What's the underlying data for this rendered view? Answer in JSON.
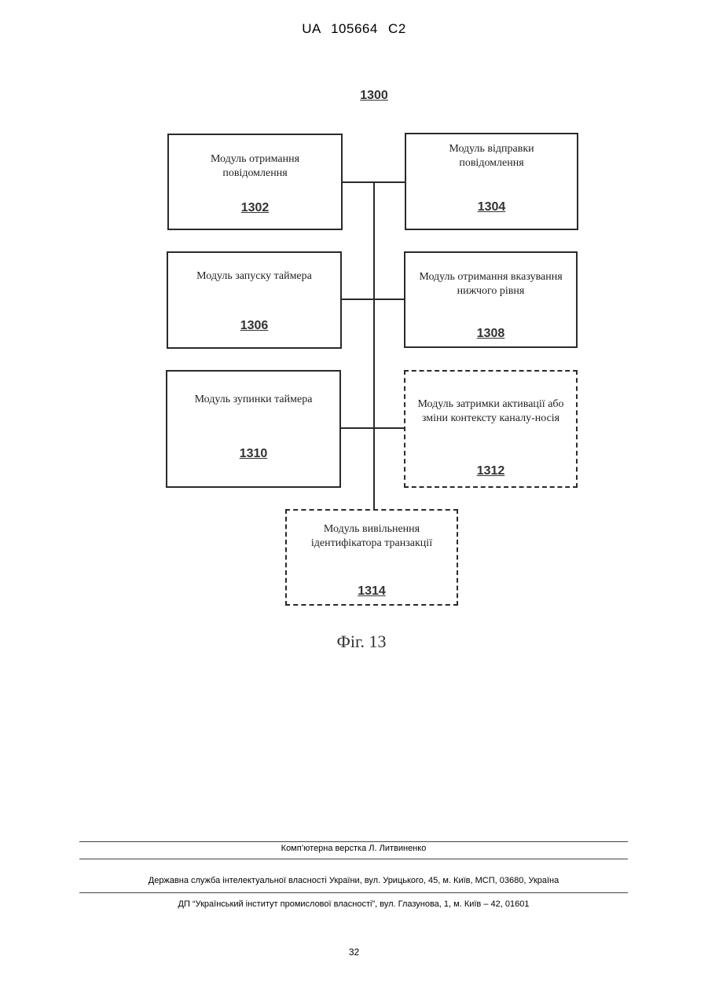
{
  "header": {
    "doc_code": "UA   105664   C2"
  },
  "diagram": {
    "number": "1300",
    "caption": "Фіг. 13",
    "modules": [
      {
        "id": "1302",
        "label": "Модуль отримання повідомлення",
        "style": "solid"
      },
      {
        "id": "1304",
        "label": "Модуль відправки повідомлення",
        "style": "solid"
      },
      {
        "id": "1306",
        "label": "Модуль запуску таймера",
        "style": "solid"
      },
      {
        "id": "1308",
        "label": "Модуль отримання вказування нижчого рівня",
        "style": "solid"
      },
      {
        "id": "1310",
        "label": "Модуль зупинки таймера",
        "style": "solid"
      },
      {
        "id": "1312",
        "label": "Модуль затримки активації або зміни контексту каналу-носія",
        "style": "dashed"
      },
      {
        "id": "1314",
        "label": "Модуль вивільнення ідентифікатора транзакції",
        "style": "dashed"
      }
    ]
  },
  "footer": {
    "typesetting": "Комп’ютерна верстка Л. Литвиненко",
    "agency": "Державна служба інтелектуальної власності України, вул. Урицького, 45, м. Київ, МСП, 03680, Україна",
    "institute": "ДП “Український інститут промислової власності”, вул. Глазунова, 1, м. Київ – 42, 01601",
    "page_number": "32"
  }
}
